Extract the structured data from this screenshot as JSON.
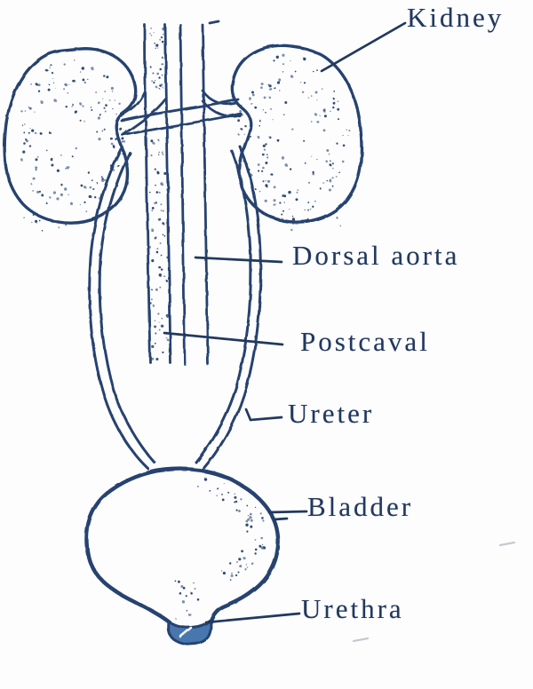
{
  "diagram": {
    "labels": {
      "kidney": "Kidney",
      "dorsal_aorta": "Dorsal aorta",
      "postcaval": "Postcaval",
      "ureter": "Ureter",
      "bladder": "Bladder",
      "urethra": "Urethra"
    },
    "colors": {
      "background": "#fdfdfd",
      "ink": "#26436f",
      "label_text": "#21395f",
      "vessel_fill": "#4677ad"
    }
  }
}
